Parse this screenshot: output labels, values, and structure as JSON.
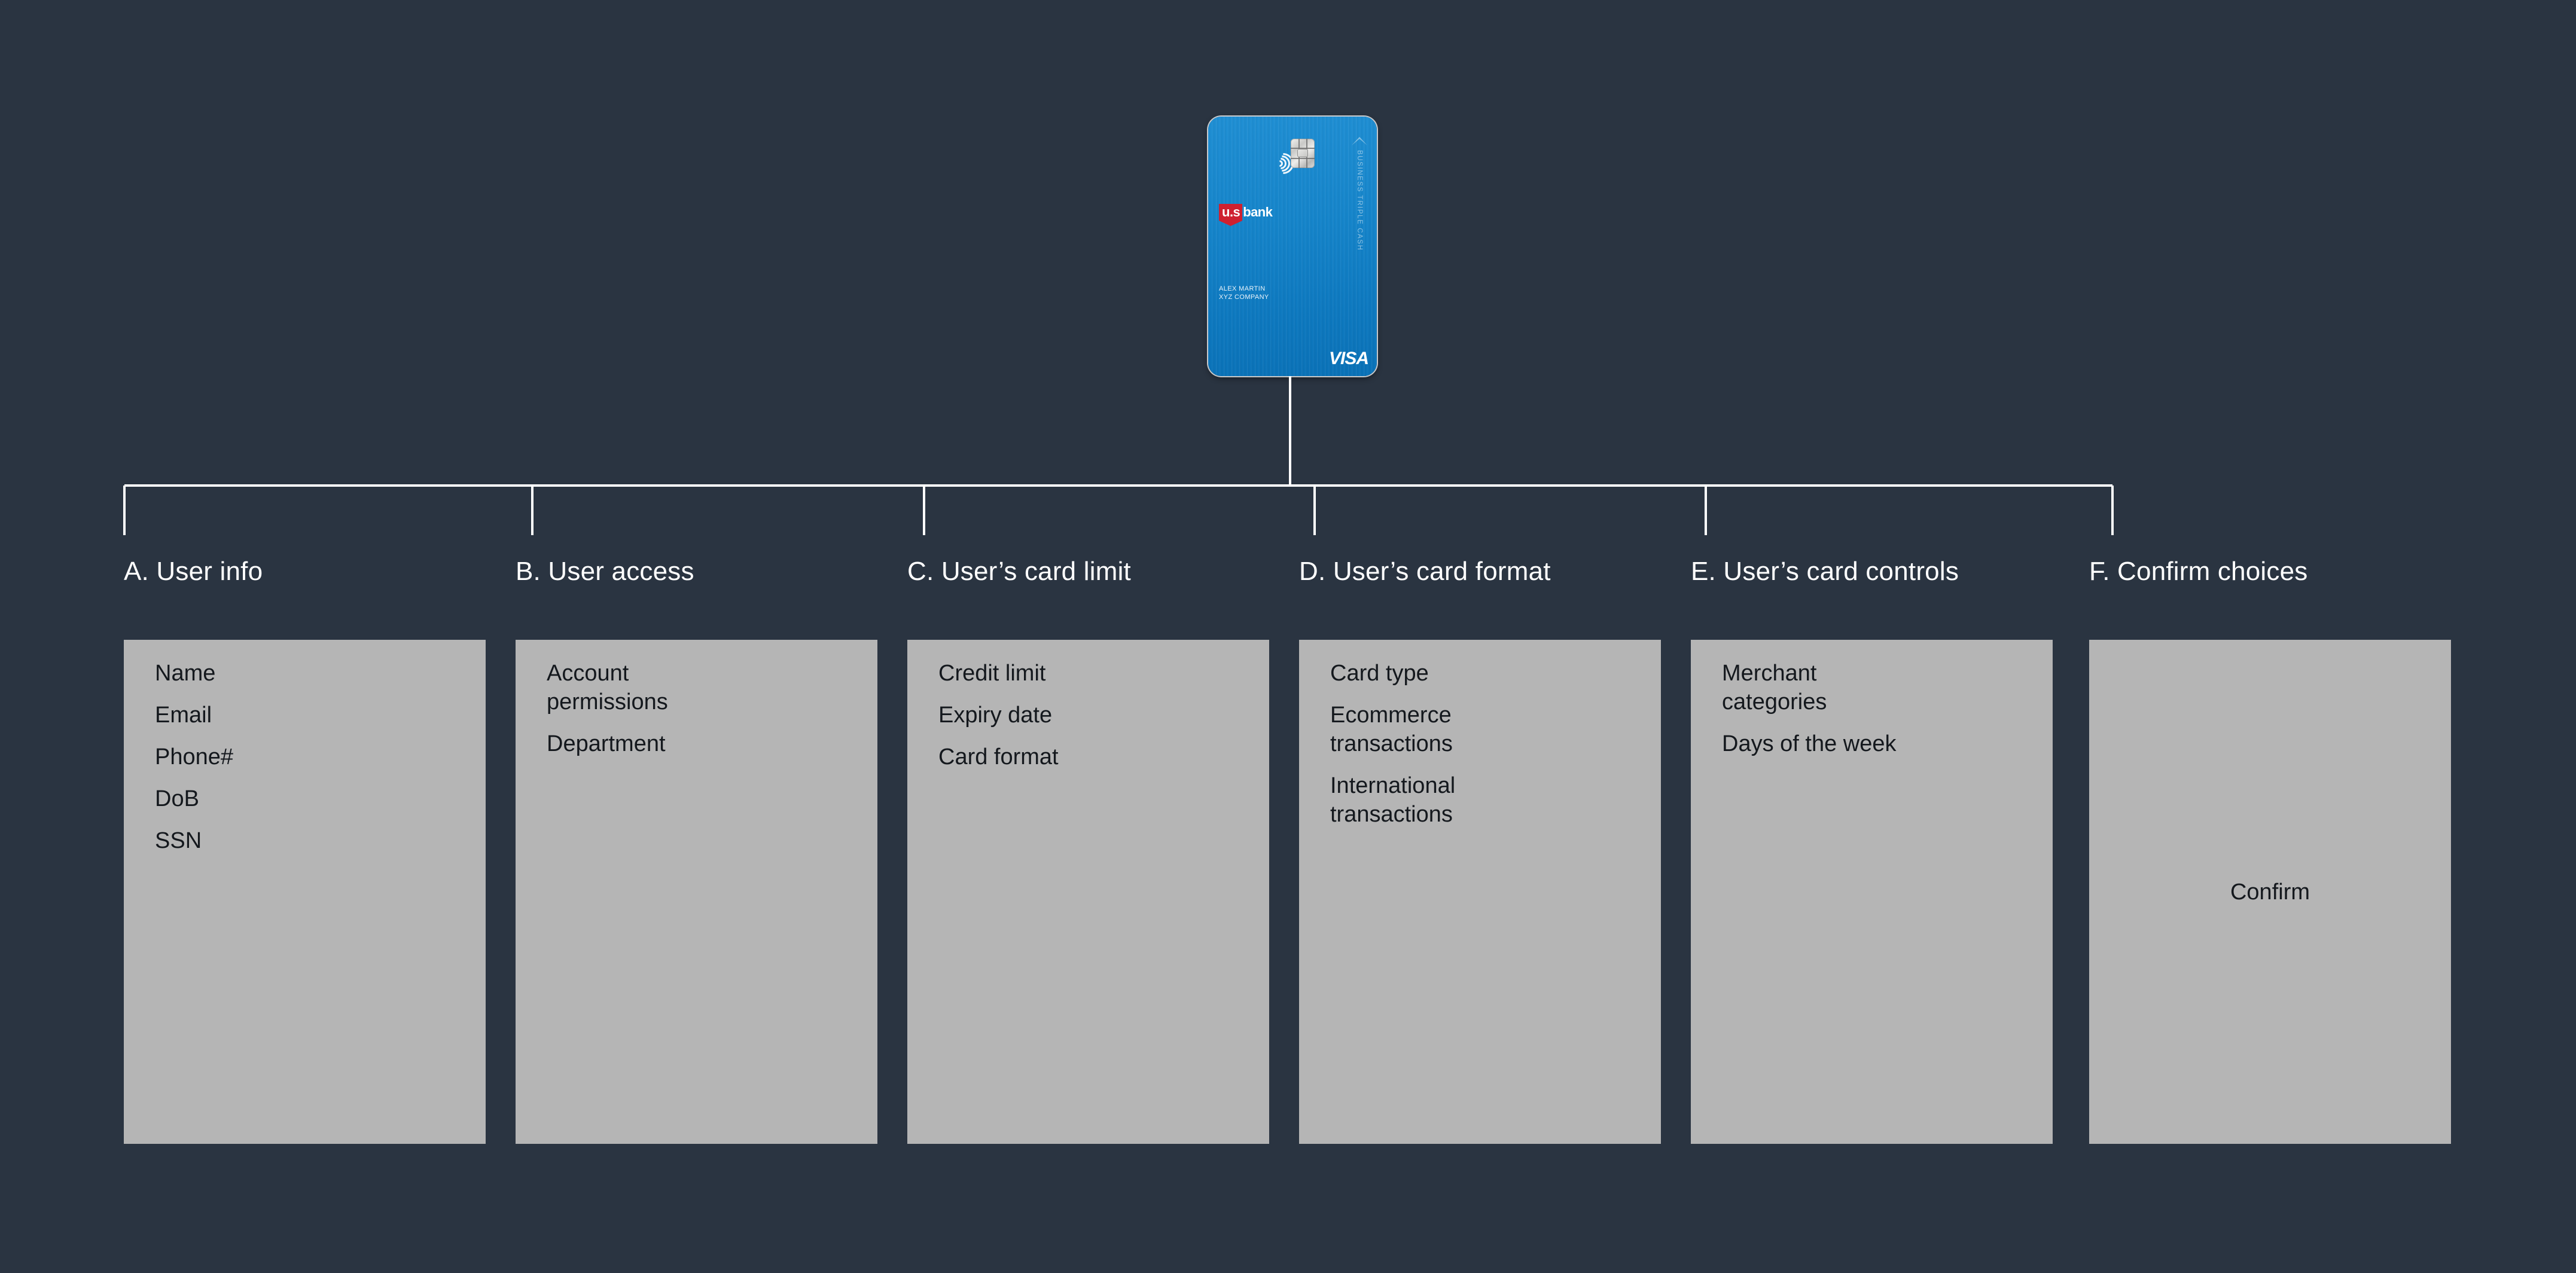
{
  "theme": {
    "background": "#2a3441",
    "panel_fill": "#b5b5b5",
    "title_color": "#ffffff",
    "connector_color": "#ffffff",
    "card_blue": "#1585cb",
    "usbank_red": "#cf2030"
  },
  "card": {
    "bank_logo_shield": "u.s",
    "bank_logo_word": "bank",
    "product_name": "BUSINESS TRIPLE CASH",
    "holder_name": "ALEX MARTIN",
    "holder_company": "XYZ COMPANY",
    "network": "VISA",
    "icons": {
      "contactless": "contactless-payment-icon",
      "chip": "emv-chip-icon"
    }
  },
  "columns": [
    {
      "id": "a",
      "title": "A. User info",
      "items": [
        "Name",
        "Email",
        "Phone#",
        "DoB",
        "SSN"
      ]
    },
    {
      "id": "b",
      "title": "B. User access",
      "items": [
        "Account permissions",
        "Department"
      ]
    },
    {
      "id": "c",
      "title": "C. User’s card limit",
      "items": [
        "Credit limit",
        "Expiry date",
        "Card format"
      ]
    },
    {
      "id": "d",
      "title": "D. User’s card format",
      "items": [
        "Card type",
        "Ecommerce transactions",
        "International transactions"
      ]
    },
    {
      "id": "e",
      "title": "E. User’s card controls",
      "items": [
        "Merchant categories",
        "Days of the week"
      ]
    },
    {
      "id": "f",
      "title": "F. Confirm choices",
      "items": [],
      "action_label": "Confirm"
    }
  ]
}
